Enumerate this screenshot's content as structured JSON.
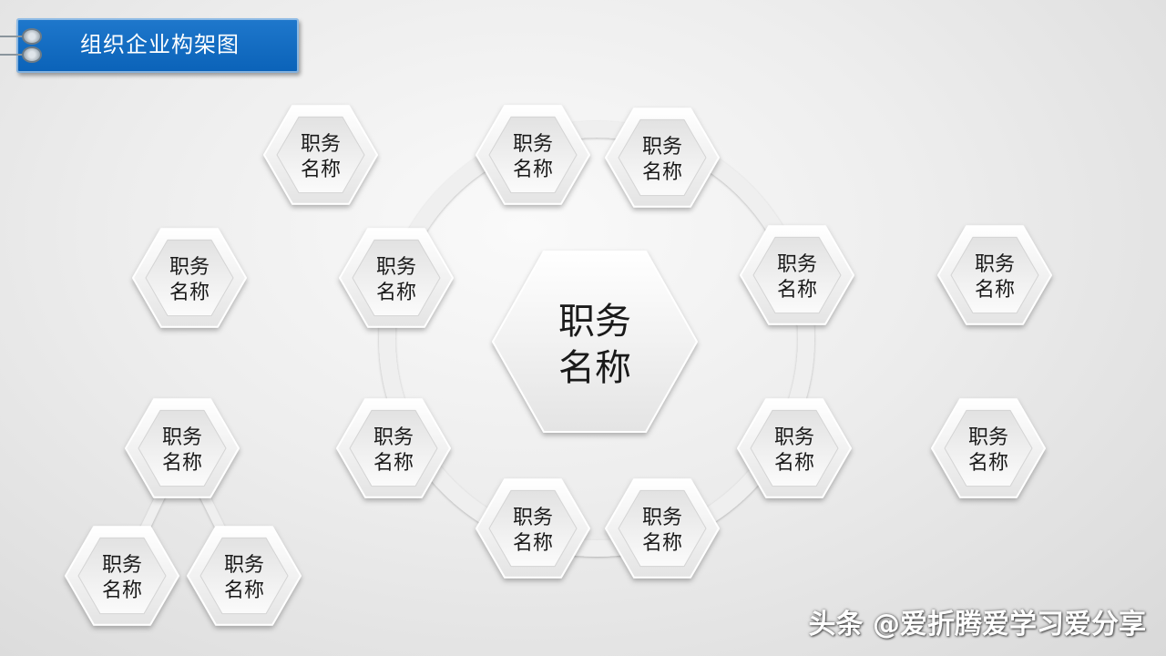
{
  "title": "组织企业构架图",
  "center": {
    "line1": "职务",
    "line2": "名称"
  },
  "nodes": [
    {
      "line1": "职务",
      "line2": "名称"
    },
    {
      "line1": "职务",
      "line2": "名称"
    },
    {
      "line1": "职务",
      "line2": "名称"
    },
    {
      "line1": "职务",
      "line2": "名称"
    },
    {
      "line1": "职务",
      "line2": "名称"
    },
    {
      "line1": "职务",
      "line2": "名称"
    },
    {
      "line1": "职务",
      "line2": "名称"
    },
    {
      "line1": "职务",
      "line2": "名称"
    },
    {
      "line1": "职务",
      "line2": "名称"
    },
    {
      "line1": "职务",
      "line2": "名称"
    },
    {
      "line1": "职务",
      "line2": "名称"
    },
    {
      "line1": "职务",
      "line2": "名称"
    },
    {
      "line1": "职务",
      "line2": "名称"
    },
    {
      "line1": "职务",
      "line2": "名称"
    },
    {
      "line1": "职务",
      "line2": "名称"
    }
  ],
  "watermark": "头条 @爱折腾爱学习爱分享",
  "colors": {
    "banner": "#0a62b8",
    "banner_text": "#ffffff",
    "node_fill": "#f4f4f4",
    "connector": "#e6e6e6"
  }
}
